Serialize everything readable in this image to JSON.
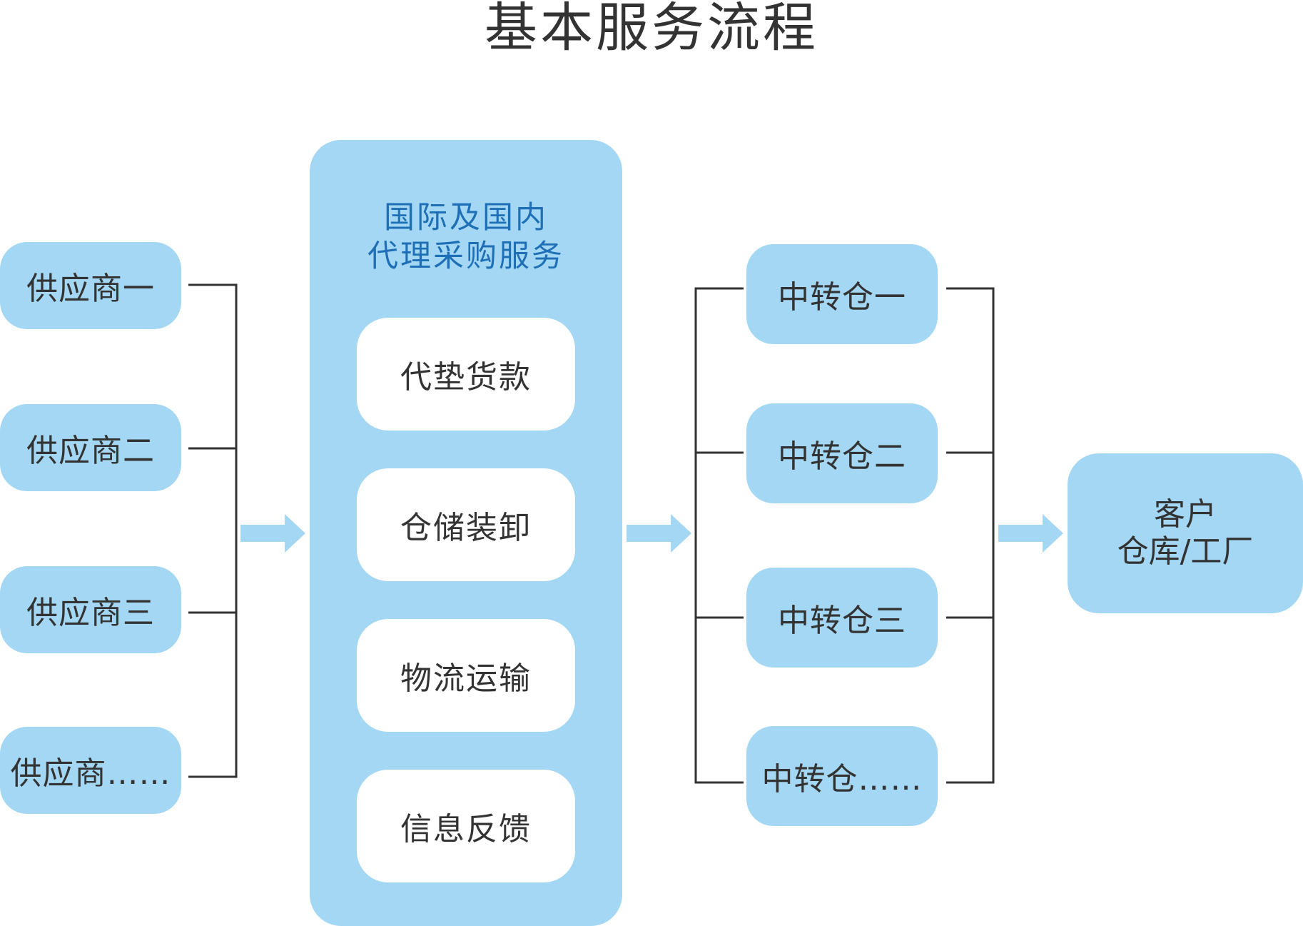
{
  "title": "基本服务流程",
  "suppliers": [
    "供应商一",
    "供应商二",
    "供应商三",
    "供应商……"
  ],
  "agency": {
    "title_line1": "国际及国内",
    "title_line2": "代理采购服务",
    "services": [
      "代垫货款",
      "仓储装卸",
      "物流运输",
      "信息反馈"
    ]
  },
  "hubs": [
    "中转仓一",
    "中转仓二",
    "中转仓三",
    "中转仓……"
  ],
  "customer": {
    "line1": "客户",
    "line2": "仓库/工厂"
  },
  "colors": {
    "box_fill": "#a3d7f3",
    "panel_title": "#1f6fb7",
    "text": "#333333",
    "line": "#333333"
  }
}
